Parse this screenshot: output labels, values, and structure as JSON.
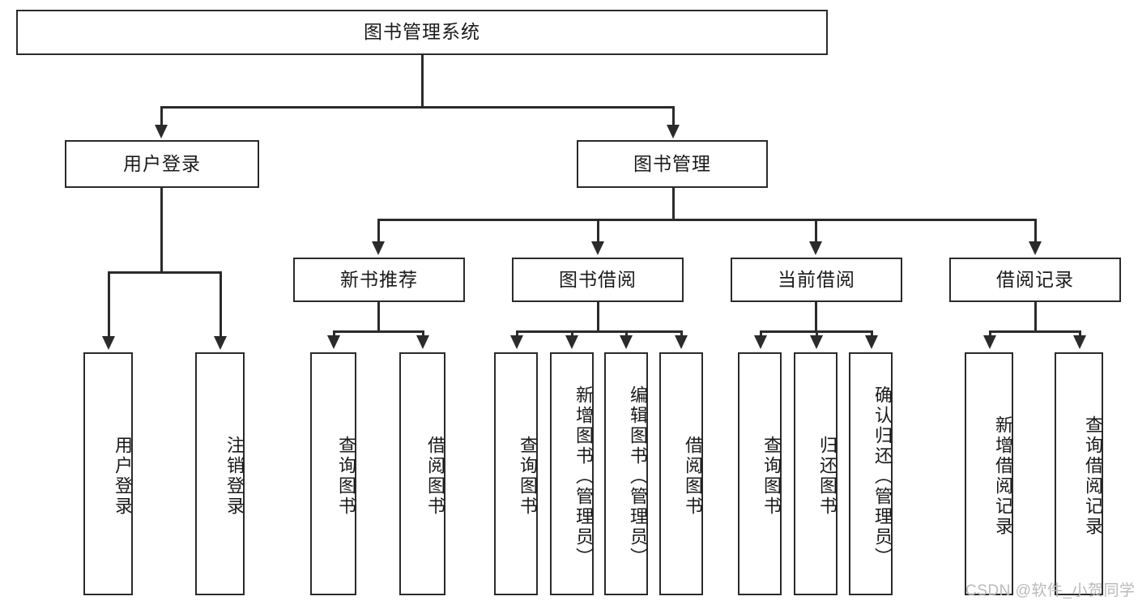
{
  "diagram": {
    "type": "tree-hierarchy",
    "title": "图书管理系统",
    "background_color": "#ffffff",
    "line_color": "#2b2b2b",
    "box_fill": "#ffffff",
    "watermark": "CSDN @软件_小贺同学",
    "watermark_color": "#b9b9b9"
  },
  "nodes": {
    "root": {
      "label": "图书管理系统",
      "level": 1
    },
    "level2": [
      {
        "id": "user-login",
        "label": "用户登录"
      },
      {
        "id": "book-management",
        "label": "图书管理"
      }
    ],
    "level3": [
      {
        "id": "new-book-recommend",
        "label": "新书推荐"
      },
      {
        "id": "book-borrow",
        "label": "图书借阅"
      },
      {
        "id": "current-borrow",
        "label": "当前借阅"
      },
      {
        "id": "borrow-record",
        "label": "借阅记录"
      }
    ],
    "leaves": {
      "user-login": [
        {
          "id": "leaf-user-login",
          "label": "用户登录"
        },
        {
          "id": "leaf-logout-login",
          "label": "注销登录"
        }
      ],
      "new-book-recommend": [
        {
          "id": "leaf-query-book-1",
          "label": "查询图书"
        },
        {
          "id": "leaf-borrow-book-1",
          "label": "借阅图书"
        }
      ],
      "book-borrow": [
        {
          "id": "leaf-query-book-2",
          "label": "查询图书"
        },
        {
          "id": "leaf-add-book",
          "label": "新增图书（管理员）"
        },
        {
          "id": "leaf-edit-book",
          "label": "编辑图书（管理员）"
        },
        {
          "id": "leaf-borrow-book-2",
          "label": "借阅图书"
        }
      ],
      "current-borrow": [
        {
          "id": "leaf-query-book-3",
          "label": "查询图书"
        },
        {
          "id": "leaf-return-book",
          "label": "归还图书"
        },
        {
          "id": "leaf-confirm-return",
          "label": "确认归还（管理员）"
        }
      ],
      "borrow-record": [
        {
          "id": "leaf-add-record",
          "label": "新增借阅记录"
        },
        {
          "id": "leaf-query-record",
          "label": "查询借阅记录"
        }
      ]
    }
  },
  "edges": [
    {
      "from": "图书管理系统",
      "to": "用户登录"
    },
    {
      "from": "图书管理系统",
      "to": "图书管理"
    },
    {
      "from": "用户登录",
      "to": "用户登录"
    },
    {
      "from": "用户登录",
      "to": "注销登录"
    },
    {
      "from": "图书管理",
      "to": "新书推荐"
    },
    {
      "from": "图书管理",
      "to": "图书借阅"
    },
    {
      "from": "图书管理",
      "to": "当前借阅"
    },
    {
      "from": "图书管理",
      "to": "借阅记录"
    },
    {
      "from": "新书推荐",
      "to": "查询图书"
    },
    {
      "from": "新书推荐",
      "to": "借阅图书"
    },
    {
      "from": "图书借阅",
      "to": "查询图书"
    },
    {
      "from": "图书借阅",
      "to": "新增图书（管理员）"
    },
    {
      "from": "图书借阅",
      "to": "编辑图书（管理员）"
    },
    {
      "from": "图书借阅",
      "to": "借阅图书"
    },
    {
      "from": "当前借阅",
      "to": "查询图书"
    },
    {
      "from": "当前借阅",
      "to": "归还图书"
    },
    {
      "from": "当前借阅",
      "to": "确认归还（管理员）"
    },
    {
      "from": "借阅记录",
      "to": "新增借阅记录"
    },
    {
      "from": "借阅记录",
      "to": "查询借阅记录"
    }
  ]
}
